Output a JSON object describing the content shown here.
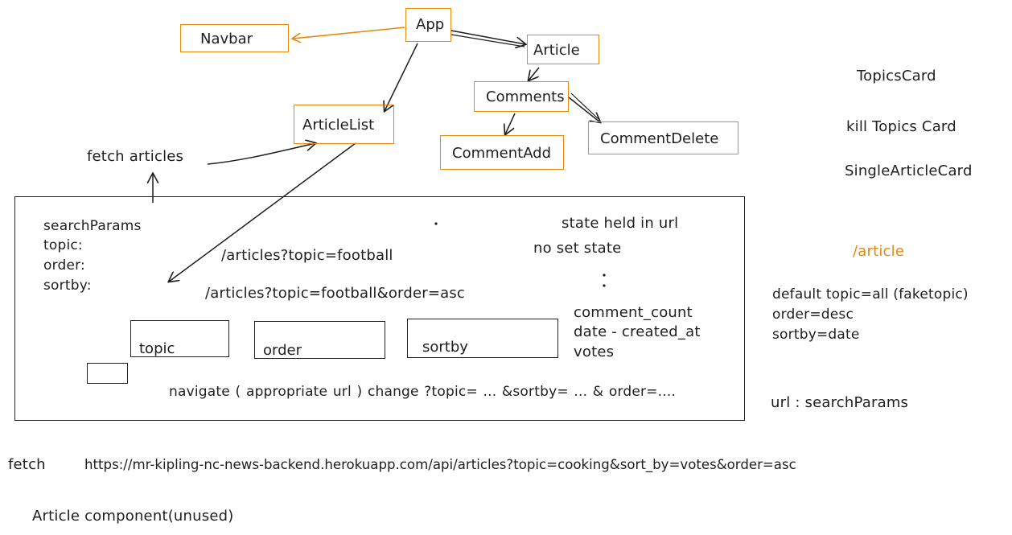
{
  "components": {
    "app": "App",
    "navbar": "Navbar",
    "article": "Article",
    "comments": "Comments",
    "article_list": "ArticleList",
    "comment_add": "CommentAdd",
    "comment_delete": "CommentDelete"
  },
  "side_notes": {
    "topics_card": "TopicsCard",
    "kill_topics_card": "kill Topics Card",
    "single_article_card": "SingleArticleCard",
    "article_route": "/article",
    "defaults": [
      "default topic=all (faketopic)",
      "order=desc",
      "sortby=date"
    ],
    "url_note": "url : searchParams"
  },
  "fetch_articles": "fetch articles",
  "panel": {
    "search_params": [
      "searchParams",
      "topic:",
      "order:",
      "sortby:"
    ],
    "url_example_1": "/articles?topic=football",
    "url_example_2": "/articles?topic=football&order=asc",
    "state_held": "state held in url",
    "no_set_state": "no set state",
    "sort_options": [
      "comment_count",
      "date - created_at",
      "votes"
    ],
    "dropdown_topic": "topic",
    "dropdown_order": "order",
    "dropdown_sortby": "sortby",
    "navigate_note": "navigate ( appropriate url )  change ?topic= ... &sortby= ... & order=...."
  },
  "fetch_label": "fetch",
  "fetch_url": "https://mr-kipling-nc-news-backend.herokuapp.com/api/articles?topic=cooking&sort_by=votes&order=asc",
  "footer_note": "Article component(unused)",
  "colors": {
    "accent": "#e8880c",
    "ink": "#1e1e1e"
  }
}
